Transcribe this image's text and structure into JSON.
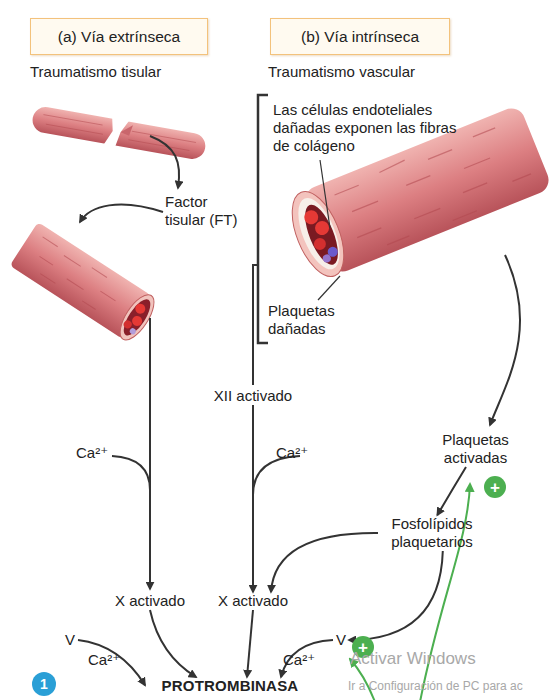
{
  "diagram": {
    "nodes": [
      {
        "text": [
          "(a) Vía extrínseca"
        ]
      },
      {
        "text": [
          "(b) Vía intrínseca"
        ]
      },
      {
        "text": [
          "Factor tisular (FT)"
        ]
      },
      {
        "text": [
          "XII activado"
        ]
      },
      {
        "text": [
          "Plaquetas activadas"
        ]
      },
      {
        "text": [
          "+"
        ]
      },
      {
        "text": [
          "Fosfolípidos plaquetarios"
        ]
      },
      {
        "text": [
          "X activado"
        ]
      },
      {
        "text": [
          "X activado"
        ]
      },
      {
        "text": [
          "V"
        ]
      },
      {
        "text": [
          "V"
        ]
      },
      {
        "text": [
          "+"
        ]
      },
      {
        "text": [
          "1"
        ]
      },
      {
        "text": [
          "PROTROMBINASA"
        ]
      }
    ],
    "edges": [
      {
        "from": 3,
        "to": 8,
        "arrow": "to"
      },
      {
        "from": 4,
        "to": 6,
        "arrow": "to"
      },
      {
        "from": 6,
        "to": 8,
        "arrow": "to"
      },
      {
        "from": 6,
        "to": 10,
        "arrow": "to"
      },
      {
        "from": 7,
        "to": 13,
        "arrow": "to"
      },
      {
        "from": 8,
        "to": 13,
        "arrow": "to"
      },
      {
        "from": 9,
        "to": 13,
        "arrow": "to"
      },
      {
        "from": 10,
        "to": 13,
        "arrow": "to"
      }
    ],
    "labels": [
      "Traumatismo tisular",
      "Traumatismo vascular",
      "Las células endoteliales dañadas exponen las fibras de colágeno",
      "Plaquetas dañadas",
      "Ca²⁺",
      "Ca²⁺",
      "Ca²⁺",
      "Ca²⁺",
      "Activar Windows",
      "Ir a Configuración de PC para ac"
    ]
  }
}
